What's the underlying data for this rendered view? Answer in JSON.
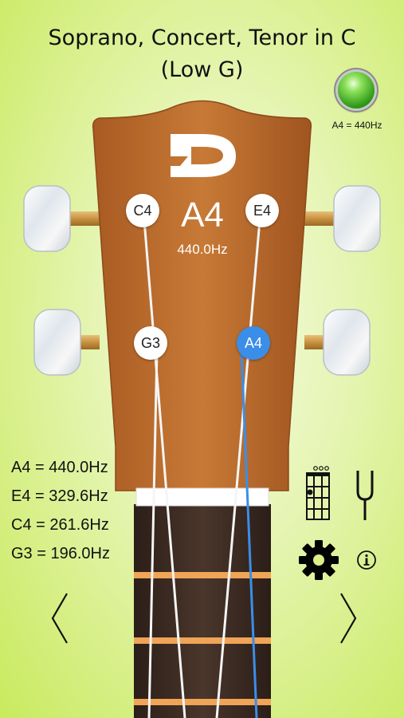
{
  "title": {
    "line1": "Soprano, Concert, Tenor in C",
    "line2": "(Low G)"
  },
  "reference": {
    "label": "A4 = 440Hz",
    "led_color": "#4caf2a"
  },
  "tuner": {
    "current_note": "A4",
    "current_freq": "440.0Hz",
    "strings": [
      {
        "note": "C4",
        "active": false
      },
      {
        "note": "E4",
        "active": false
      },
      {
        "note": "G3",
        "active": false
      },
      {
        "note": "A4",
        "active": true
      }
    ]
  },
  "frequencies": [
    "A4 = 440.0Hz",
    "E4 = 329.6Hz",
    "C4 = 261.6Hz",
    "G3 = 196.0Hz"
  ],
  "icons": {
    "chord": "chord-diagram-icon",
    "fork": "tuning-fork-icon",
    "settings": "gear-icon",
    "info": "info-icon",
    "prev": "chevron-left-icon",
    "next": "chevron-right-icon"
  },
  "colors": {
    "active_string": "#3b8ee8",
    "wood": "#b96a2c",
    "fretboard": "#3a2a22",
    "fret": "#f0a457"
  }
}
